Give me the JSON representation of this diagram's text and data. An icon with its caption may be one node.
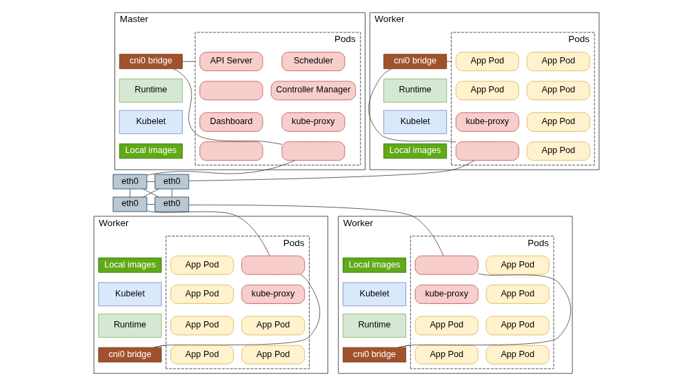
{
  "diagram": {
    "nodes": [
      {
        "text": [
          "Master"
        ]
      },
      {
        "text": [
          "cni0 bridge"
        ],
        "in": 0
      },
      {
        "text": [
          "Runtime"
        ],
        "in": 0
      },
      {
        "text": [
          "Kubelet"
        ],
        "in": 0
      },
      {
        "text": [
          "Local images"
        ],
        "in": 0
      },
      {
        "text": [
          "Pods"
        ],
        "in": 0
      },
      {
        "text": [
          "API Server"
        ],
        "in": 5
      },
      {
        "text": [
          "Scheduler"
        ],
        "in": 5
      },
      {
        "text": [],
        "shape": "box",
        "in": 5
      },
      {
        "text": [
          "Controller Manager"
        ],
        "in": 5
      },
      {
        "text": [
          "Dashboard"
        ],
        "in": 5
      },
      {
        "text": [
          "kube-proxy"
        ],
        "in": 5
      },
      {
        "text": [],
        "shape": "box",
        "in": 5
      },
      {
        "text": [],
        "shape": "box",
        "in": 5
      },
      {
        "text": [
          "Worker"
        ]
      },
      {
        "text": [
          "Pods"
        ],
        "in": 14
      },
      {
        "text": [
          "App Pod"
        ],
        "in": 15
      },
      {
        "text": [
          "App Pod"
        ],
        "in": 15
      },
      {
        "text": [
          "App Pod"
        ],
        "in": 15
      },
      {
        "text": [
          "App Pod"
        ],
        "in": 15
      },
      {
        "text": [
          "kube-proxy"
        ],
        "in": 15
      },
      {
        "text": [
          "App Pod"
        ],
        "in": 15
      },
      {
        "text": [],
        "shape": "box",
        "in": 15
      },
      {
        "text": [
          "App Pod"
        ],
        "in": 15
      },
      {
        "text": [
          "cni0 bridge"
        ],
        "in": 14
      },
      {
        "text": [
          "Runtime"
        ],
        "in": 14
      },
      {
        "text": [
          "Kubelet"
        ],
        "in": 14
      },
      {
        "text": [
          "Local images"
        ],
        "in": 14
      },
      {
        "text": [
          "Worker"
        ]
      },
      {
        "text": [
          "Local images"
        ],
        "in": 28
      },
      {
        "text": [
          "Kubelet"
        ],
        "in": 28
      },
      {
        "text": [
          "Runtime"
        ],
        "in": 28
      },
      {
        "text": [
          "cni0 bridge"
        ],
        "in": 28
      },
      {
        "text": [
          "Pods"
        ],
        "in": 28
      },
      {
        "text": [
          "App Pod"
        ],
        "in": 33
      },
      {
        "text": [],
        "shape": "box",
        "in": 33
      },
      {
        "text": [
          "App Pod"
        ],
        "in": 33
      },
      {
        "text": [
          "kube-proxy"
        ],
        "in": 33
      },
      {
        "text": [
          "App Pod"
        ],
        "in": 33
      },
      {
        "text": [
          "App Pod"
        ],
        "in": 33
      },
      {
        "text": [
          "App Pod"
        ],
        "in": 33
      },
      {
        "text": [
          "App Pod"
        ],
        "in": 33
      },
      {
        "text": [
          "Worker"
        ]
      },
      {
        "text": [
          "Pods"
        ],
        "in": 42
      },
      {
        "text": [],
        "shape": "box",
        "in": 43
      },
      {
        "text": [
          "App Pod"
        ],
        "in": 43
      },
      {
        "text": [
          "kube-proxy"
        ],
        "in": 43
      },
      {
        "text": [
          "App Pod"
        ],
        "in": 43
      },
      {
        "text": [
          "App Pod"
        ],
        "in": 43
      },
      {
        "text": [
          "App Pod"
        ],
        "in": 43
      },
      {
        "text": [
          "App Pod"
        ],
        "in": 43
      },
      {
        "text": [
          "App Pod"
        ],
        "in": 43
      },
      {
        "text": [
          "Local images"
        ],
        "in": 42
      },
      {
        "text": [
          "Kubelet"
        ],
        "in": 42
      },
      {
        "text": [
          "Runtime"
        ],
        "in": 42
      },
      {
        "text": [
          "cni0 bridge"
        ],
        "in": 42
      },
      {
        "text": [
          "eth0"
        ]
      },
      {
        "text": [
          "eth0"
        ]
      },
      {
        "text": [
          "eth0"
        ]
      },
      {
        "text": [
          "eth0"
        ]
      }
    ],
    "edges": [
      {
        "from": 5,
        "to": 1,
        "arrow": "none"
      },
      {
        "from": 1,
        "to": 13,
        "arrow": "none"
      },
      {
        "from": 13,
        "to": 56,
        "arrow": "none"
      },
      {
        "from": 15,
        "to": 24,
        "arrow": "none"
      },
      {
        "from": 24,
        "to": 22,
        "arrow": "none"
      },
      {
        "from": 22,
        "to": 57,
        "arrow": "none"
      },
      {
        "from": 33,
        "to": 32,
        "arrow": "none"
      },
      {
        "from": 32,
        "to": 35,
        "arrow": "none"
      },
      {
        "from": 35,
        "to": 58,
        "arrow": "none"
      },
      {
        "from": 43,
        "to": 55,
        "arrow": "none"
      },
      {
        "from": 55,
        "to": 44,
        "arrow": "none"
      },
      {
        "from": 44,
        "to": 59,
        "arrow": "none"
      },
      {
        "from": 56,
        "to": 57,
        "arrow": "none"
      },
      {
        "from": 56,
        "to": 58,
        "arrow": "none"
      },
      {
        "from": 57,
        "to": 59,
        "arrow": "none"
      },
      {
        "from": 58,
        "to": 59,
        "arrow": "none"
      },
      {
        "from": 56,
        "to": 59,
        "arrow": "none"
      },
      {
        "from": 57,
        "to": 58,
        "arrow": "none"
      }
    ]
  }
}
